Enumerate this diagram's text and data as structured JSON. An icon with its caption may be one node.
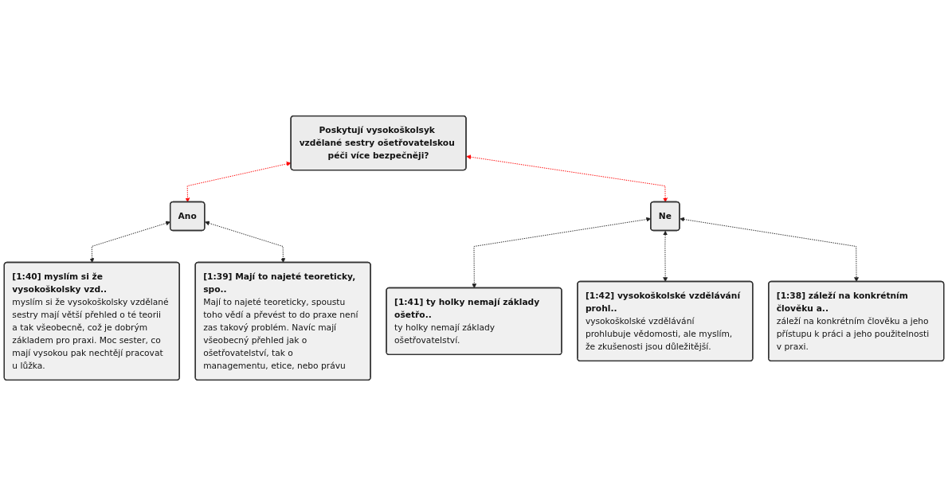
{
  "diagram": {
    "nodes": [
      {
        "text": [
          "Poskytují vysokoškolsyk vzdělané sestry ošetřovatelskou péči více bezpečněji?"
        ]
      },
      {
        "text": [
          "Ano"
        ]
      },
      {
        "text": [
          "Ne"
        ]
      },
      {
        "text": [
          "[1:40] myslím si že vysokoškolsky vzd..",
          "myslím si že vysokoškolsky vzdělané sestry mají větší přehled o té teorii a tak všeobecně, což je dobrým základem pro praxi. Moc sester, co mají vysokou pak nechtějí pracovat u lůžka."
        ]
      },
      {
        "text": [
          "[1:39] Mají to najeté teoreticky, spo..",
          "Mají to najeté teoreticky, spoustu toho vědí a převést to do praxe není zas takový problém. Navíc mají všeobecný přehled jak o ošetřovatelství, tak o managementu, etice, nebo právu"
        ]
      },
      {
        "text": [
          "[1:41] ty holky nemají základy ošetřo..",
          "ty holky nemají základy ošetřovatelství."
        ]
      },
      {
        "text": [
          "[1:42] vysokoškolské vzdělávání prohl..",
          "vysokoškolské vzdělávání prohlubuje vědomosti, ale myslím, že zkušenosti jsou důležitější."
        ]
      },
      {
        "text": [
          "[1:38] záleží na konkrétním člověku a..",
          "záleží na konkrétním člověku a jeho přístupu k práci a jeho použitelnosti v praxi."
        ]
      }
    ],
    "edges": [
      {
        "from": 0,
        "to": 1,
        "arrow": "both",
        "style": "dashed",
        "color": "#ff0000"
      },
      {
        "from": 0,
        "to": 2,
        "arrow": "both",
        "style": "dashed",
        "color": "#ff0000"
      },
      {
        "from": 1,
        "to": 3,
        "arrow": "both",
        "style": "dashed"
      },
      {
        "from": 1,
        "to": 4,
        "arrow": "both",
        "style": "dashed"
      },
      {
        "from": 2,
        "to": 5,
        "arrow": "both",
        "style": "dashed"
      },
      {
        "from": 2,
        "to": 6,
        "arrow": "both",
        "style": "dashed"
      },
      {
        "from": 2,
        "to": 7,
        "arrow": "both",
        "style": "dashed"
      }
    ]
  }
}
